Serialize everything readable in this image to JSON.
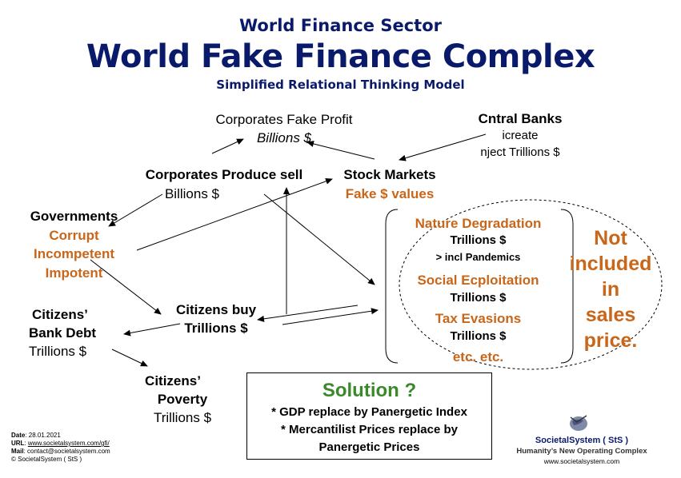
{
  "header": {
    "super_title": "World Finance Sector",
    "title": "World Fake Finance Complex",
    "subtitle": "Simplified Relational Thinking Model"
  },
  "nodes": {
    "corporates_profit": {
      "title": "Corporates Fake Profit",
      "value": "Billions $"
    },
    "central_banks": {
      "title": "Cntral Banks",
      "line1": "icreate",
      "line2": "nject Trillions $"
    },
    "corporates_produce": {
      "title": "Corporates Produce sell",
      "value": "Billions $"
    },
    "stock_markets": {
      "title": "Stock Markets",
      "value": "Fake $ values"
    },
    "governments": {
      "title": "Governments",
      "line1": "Corrupt",
      "line2": "Incompetent",
      "line3": "Impotent"
    },
    "citizens_debt": {
      "line1": "Citizens’",
      "line2": "Bank Debt",
      "value": "Trillions $"
    },
    "citizens_buy": {
      "title": "Citizens buy",
      "value": "Trillions $"
    },
    "citizens_poverty": {
      "line1": "Citizens’",
      "line2": "Poverty",
      "value": "Trillions $"
    }
  },
  "externalities": {
    "nature": {
      "title": "Nature Degradation",
      "value": "Trillions $",
      "note": "> incl Pandemics"
    },
    "social": {
      "title": "Social Ecploitation",
      "value": "Trillions $"
    },
    "tax": {
      "title": "Tax Evasions",
      "value": "Trillions $"
    },
    "etc": "etc. etc."
  },
  "not_included": [
    "Not",
    "included",
    "in",
    "sales",
    "price."
  ],
  "solution": {
    "title": "Solution ?",
    "line1": "* GDP replace by Panergetic Index",
    "line2": "* Mercantilist Prices replace by",
    "line3": "Panergetic Prices"
  },
  "footer": {
    "date_label": "Date",
    "date": ": 28.01.2021",
    "url_label": "URL",
    "url": "www.societalsystem.com/gfi/",
    "mail_label": "Mail",
    "mail": ": contact@societalsystem.com",
    "copyright": "© SocietalSystem ( StS )"
  },
  "brand": {
    "name": "SocietalSystem ( StS )",
    "tagline": "Humanity’s New Operating Complex",
    "url": "www.societalsystem.com",
    "icon": "globe-logo-icon"
  },
  "colors": {
    "navy": "#0a1a6b",
    "orange": "#c8661a",
    "solution_green": "#3a8a2a",
    "black": "#000000"
  }
}
